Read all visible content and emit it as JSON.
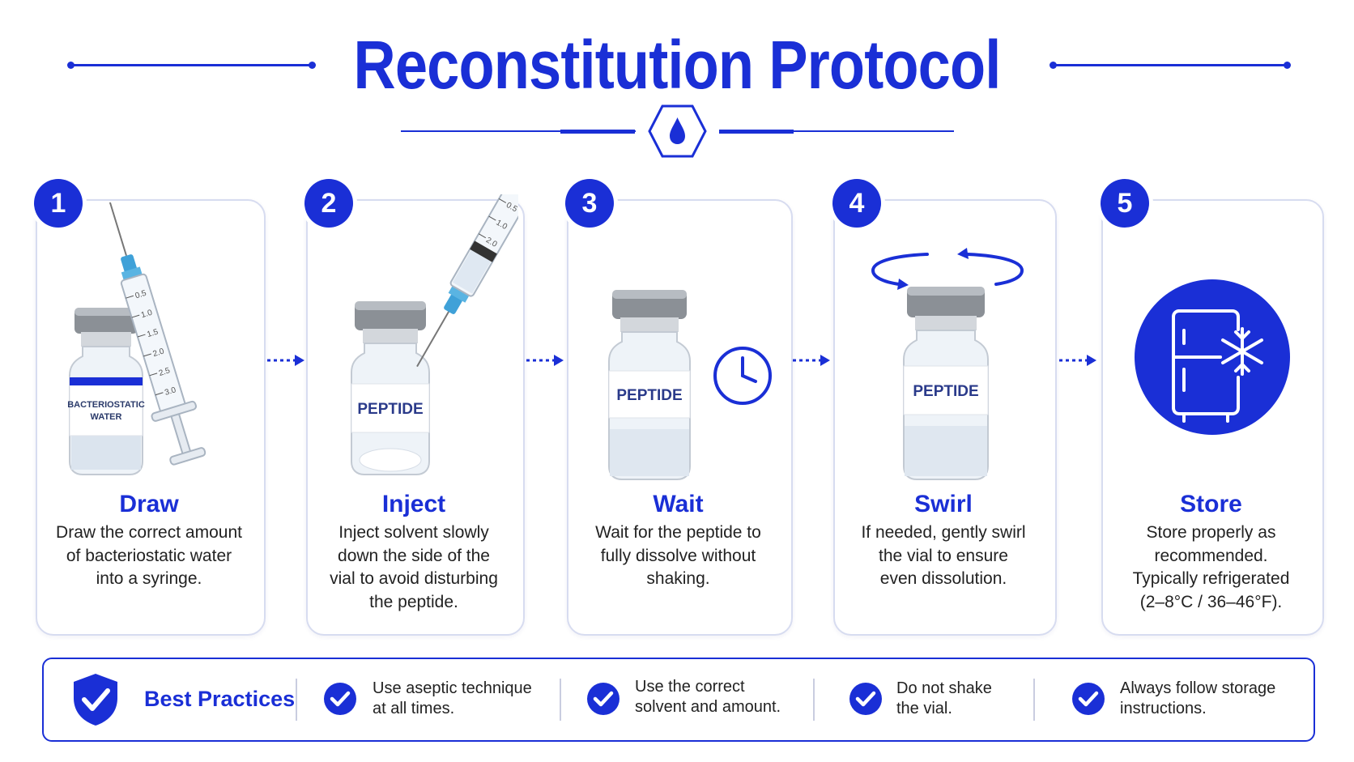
{
  "header": {
    "title": "Reconstitution Protocol",
    "emblem_icon": "water-drop-icon"
  },
  "colors": {
    "accent": "#1a2fd6",
    "card_border": "#d7dcf0",
    "cap": "#8b9096",
    "water": "#e7edf5"
  },
  "steps": [
    {
      "number": "1",
      "title": "Draw",
      "description": [
        "Draw the correct amount",
        "of bacteriostatic water",
        "into a syringe."
      ],
      "vial_label": [
        "BACTERIOSTATIC",
        "WATER"
      ],
      "syringe_marks": [
        "0.5",
        "1.0",
        "1.5",
        "2.0",
        "2.5",
        "3.0"
      ],
      "icon": "syringe-and-vial-icon"
    },
    {
      "number": "2",
      "title": "Inject",
      "description": [
        "Inject solvent slowly",
        "down the side of the",
        "vial to avoid disturbing",
        "the peptide."
      ],
      "vial_label": "PEPTIDE",
      "syringe_marks": [
        "0.5",
        "1.0",
        "2.0"
      ],
      "icon": "inject-vial-icon"
    },
    {
      "number": "3",
      "title": "Wait",
      "description": [
        "Wait for the peptide to",
        "fully dissolve without",
        "shaking."
      ],
      "vial_label": "PEPTIDE",
      "icon": "clock-icon"
    },
    {
      "number": "4",
      "title": "Swirl",
      "description": [
        "If needed, gently swirl",
        "the vial to ensure",
        "even dissolution."
      ],
      "vial_label": "PEPTIDE",
      "icon": "swirl-arrows-icon"
    },
    {
      "number": "5",
      "title": "Store",
      "description": [
        "Store properly as",
        "recommended.",
        "Typically refrigerated",
        "(2–8°C / 36–46°F)."
      ],
      "icon": "refrigerator-snowflake-icon"
    }
  ],
  "best_practices": {
    "title": "Best Practices",
    "icon": "shield-check-icon",
    "items": [
      [
        "Use aseptic technique",
        "at all times."
      ],
      [
        "Use the correct",
        "solvent and amount."
      ],
      [
        "Do not shake",
        "the vial."
      ],
      [
        "Always follow storage",
        "instructions."
      ]
    ]
  }
}
